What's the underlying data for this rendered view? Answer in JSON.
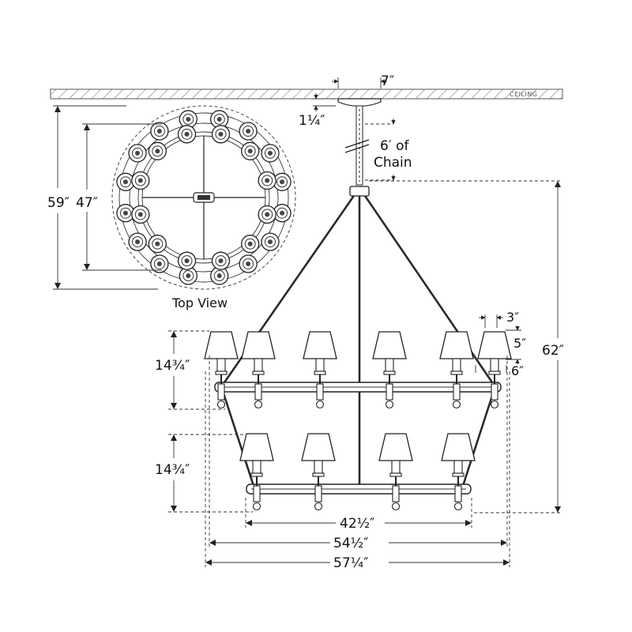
{
  "ceiling": {
    "label": "CEILING"
  },
  "top_view": {
    "label": "Top View"
  },
  "dimensions": {
    "canopy_width": "7″",
    "canopy_height": "1¼″",
    "chain_label_line1": "6′ of",
    "chain_label_line2": "Chain",
    "top_view_outer": "59″",
    "top_view_inner": "47″",
    "overall_height": "62″",
    "shade_top": "3″",
    "shade_height": "5″",
    "shade_bottom": "6″",
    "upper_tier_height": "14¾″",
    "lower_tier_height": "14¾″",
    "lower_ring_width": "42½″",
    "mid_width": "54½″",
    "overall_width": "57¼″"
  },
  "colors": {
    "line": "#222222",
    "background": "#ffffff",
    "hatch": "#666666"
  }
}
